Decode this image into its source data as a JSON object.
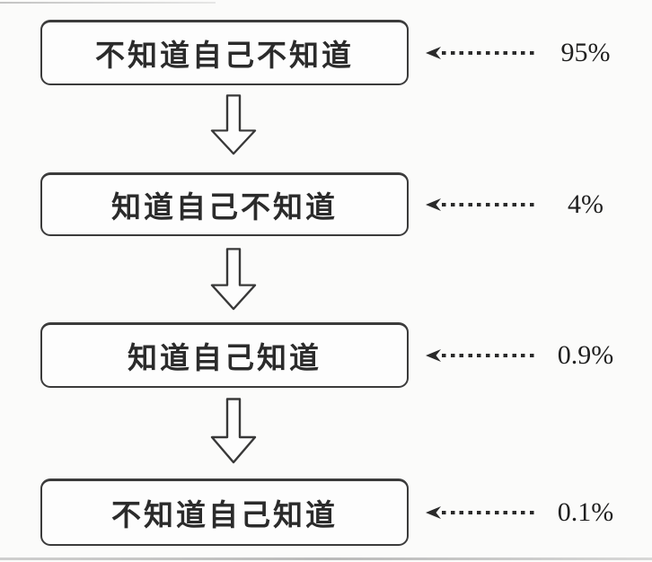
{
  "diagram": {
    "type": "flow",
    "direction": "top-down",
    "steps": [
      {
        "label": "不知道自己不知道",
        "percent": "95%"
      },
      {
        "label": "知道自己不知道",
        "percent": "4%"
      },
      {
        "label": "知道自己知道",
        "percent": "0.9%"
      },
      {
        "label": "不知道自己知道",
        "percent": "0.1%"
      }
    ],
    "icons": {
      "between_steps": "hollow-block-down-arrow",
      "to_percent": "dotted-left-arrow"
    },
    "colors": {
      "background": "#fbfbfa",
      "box_fill": "#fdfdfd",
      "box_border": "#3b3b3b",
      "label_text": "#2b2b2b",
      "percent_text": "#1f1f1f",
      "arrow_stroke": "#383838",
      "dotted_line": "#2b2b2b"
    }
  }
}
